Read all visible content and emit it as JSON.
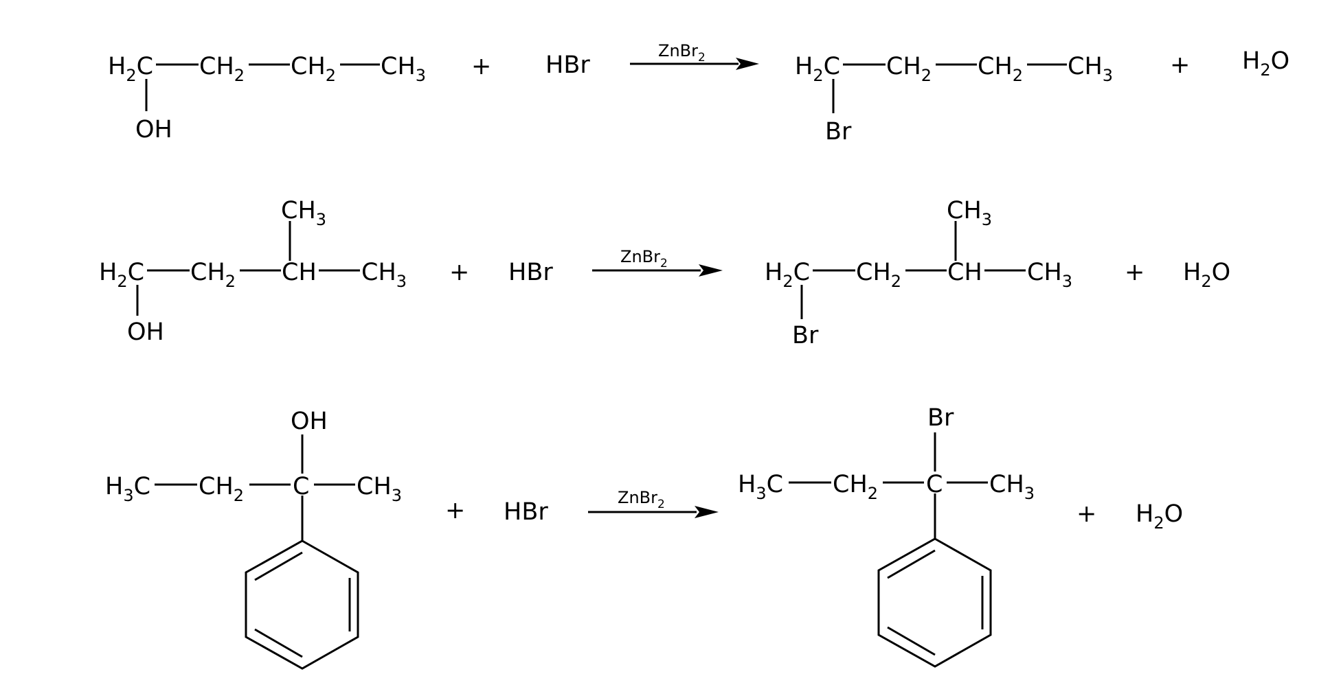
{
  "reactions": [
    {
      "reactant": {
        "c1": "H",
        "c1_sub": "2",
        "c1_tail": "C",
        "c2": "CH",
        "c2_sub": "2",
        "c3": "CH",
        "c3_sub": "2",
        "c4": "CH",
        "c4_sub": "3",
        "substituent": "OH"
      },
      "plus1": "+",
      "reagent": "HBr",
      "catalyst": {
        "text": "ZnBr",
        "sub": "2"
      },
      "product": {
        "c1": "H",
        "c1_sub": "2",
        "c1_tail": "C",
        "c2": "CH",
        "c2_sub": "2",
        "c3": "CH",
        "c3_sub": "2",
        "c4": "CH",
        "c4_sub": "3",
        "substituent": "Br"
      },
      "plus2": "+",
      "byproduct": {
        "text": "H",
        "sub": "2",
        "tail": "O"
      }
    },
    {
      "reactant": {
        "c1": "H",
        "c1_sub": "2",
        "c1_tail": "C",
        "c2": "CH",
        "c2_sub": "2",
        "c3": "CH",
        "c4": "CH",
        "c4_sub": "3",
        "branch": "CH",
        "branch_sub": "3",
        "substituent": "OH"
      },
      "plus1": "+",
      "reagent": "HBr",
      "catalyst": {
        "text": "ZnBr",
        "sub": "2"
      },
      "product": {
        "c1": "H",
        "c1_sub": "2",
        "c1_tail": "C",
        "c2": "CH",
        "c2_sub": "2",
        "c3": "CH",
        "c4": "CH",
        "c4_sub": "3",
        "branch": "CH",
        "branch_sub": "3",
        "substituent": "Br"
      },
      "plus2": "+",
      "byproduct": {
        "text": "H",
        "sub": "2",
        "tail": "O"
      }
    },
    {
      "reactant": {
        "c1": "H",
        "c1_sub": "3",
        "c1_tail": "C",
        "c2": "CH",
        "c2_sub": "2",
        "c3": "C",
        "c4": "CH",
        "c4_sub": "3",
        "substituent": "OH"
      },
      "plus1": "+",
      "reagent": "HBr",
      "catalyst": {
        "text": "ZnBr",
        "sub": "2"
      },
      "product": {
        "c1": "H",
        "c1_sub": "3",
        "c1_tail": "C",
        "c2": "CH",
        "c2_sub": "2",
        "c3": "C",
        "c4": "CH",
        "c4_sub": "3",
        "substituent": "Br"
      },
      "plus2": "+",
      "byproduct": {
        "text": "H",
        "sub": "2",
        "tail": "O"
      }
    }
  ]
}
